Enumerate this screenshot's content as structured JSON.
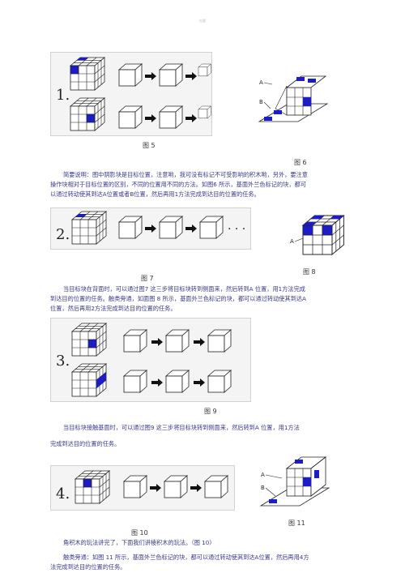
{
  "header_mark": "  ·钻题·",
  "figures": {
    "fig5": {
      "step": "1.",
      "caption": "图 5"
    },
    "fig6": {
      "caption": "图 6",
      "label_a": "A",
      "label_b": "B"
    },
    "fig7": {
      "step": "2.",
      "dots": "· · ·",
      "caption": "图 7"
    },
    "fig8": {
      "caption": "图 8",
      "label_a": "A"
    },
    "fig9": {
      "step": "3.",
      "caption": "图 9"
    },
    "fig10": {
      "step": "4.",
      "caption": "图 10"
    },
    "fig11": {
      "caption": "图 11",
      "label_a": "A",
      "label_b": "B"
    }
  },
  "paragraphs": {
    "p1": [
      "简要说明：图中阴影块是目标位置，注意哟，我可没有标记不可受影响的积木哟，另外，要注意",
      "操作块相对于目标位置的区别，不同的位置用不同的方法。如图6 所示，基面外兰色标记的块，都可",
      "以通过转动使其到达A位置或者B位置，然后再用1方法完成到达目的位置的任务。"
    ],
    "p2": [
      "当目标块在背面时，可以通过图7 这三步将目标块转到侧面来，然后转到A 位置，用1方法完成",
      "到达目的位置的任务。触类旁通，如面图 8 所示，基面外兰色标记的块，都可以通过转动使其到达A",
      "位置，然后再用2方法完成到达目的位置的任务。"
    ],
    "p3": [
      "当目标块接触基面时，可以通过图9 这三步将目标块转到侧面来，然后转到A 位置，用1方法",
      "完成到达目的位置的任务。"
    ],
    "p4": [
      "角积木的玩法讲完了，下面我们讲棱积木的玩法。（图 10）"
    ],
    "p5": [
      "触类旁通：如图 11 所示，基面外兰色标记的块，都可以通过转动使其到达A位置，然后再用4方",
      "法完成到达目的位置的任务。"
    ]
  },
  "colors": {
    "blue": "#1d1dc8",
    "line": "#222222",
    "paper": "#ffffff",
    "frame": "#f4f4f4"
  }
}
